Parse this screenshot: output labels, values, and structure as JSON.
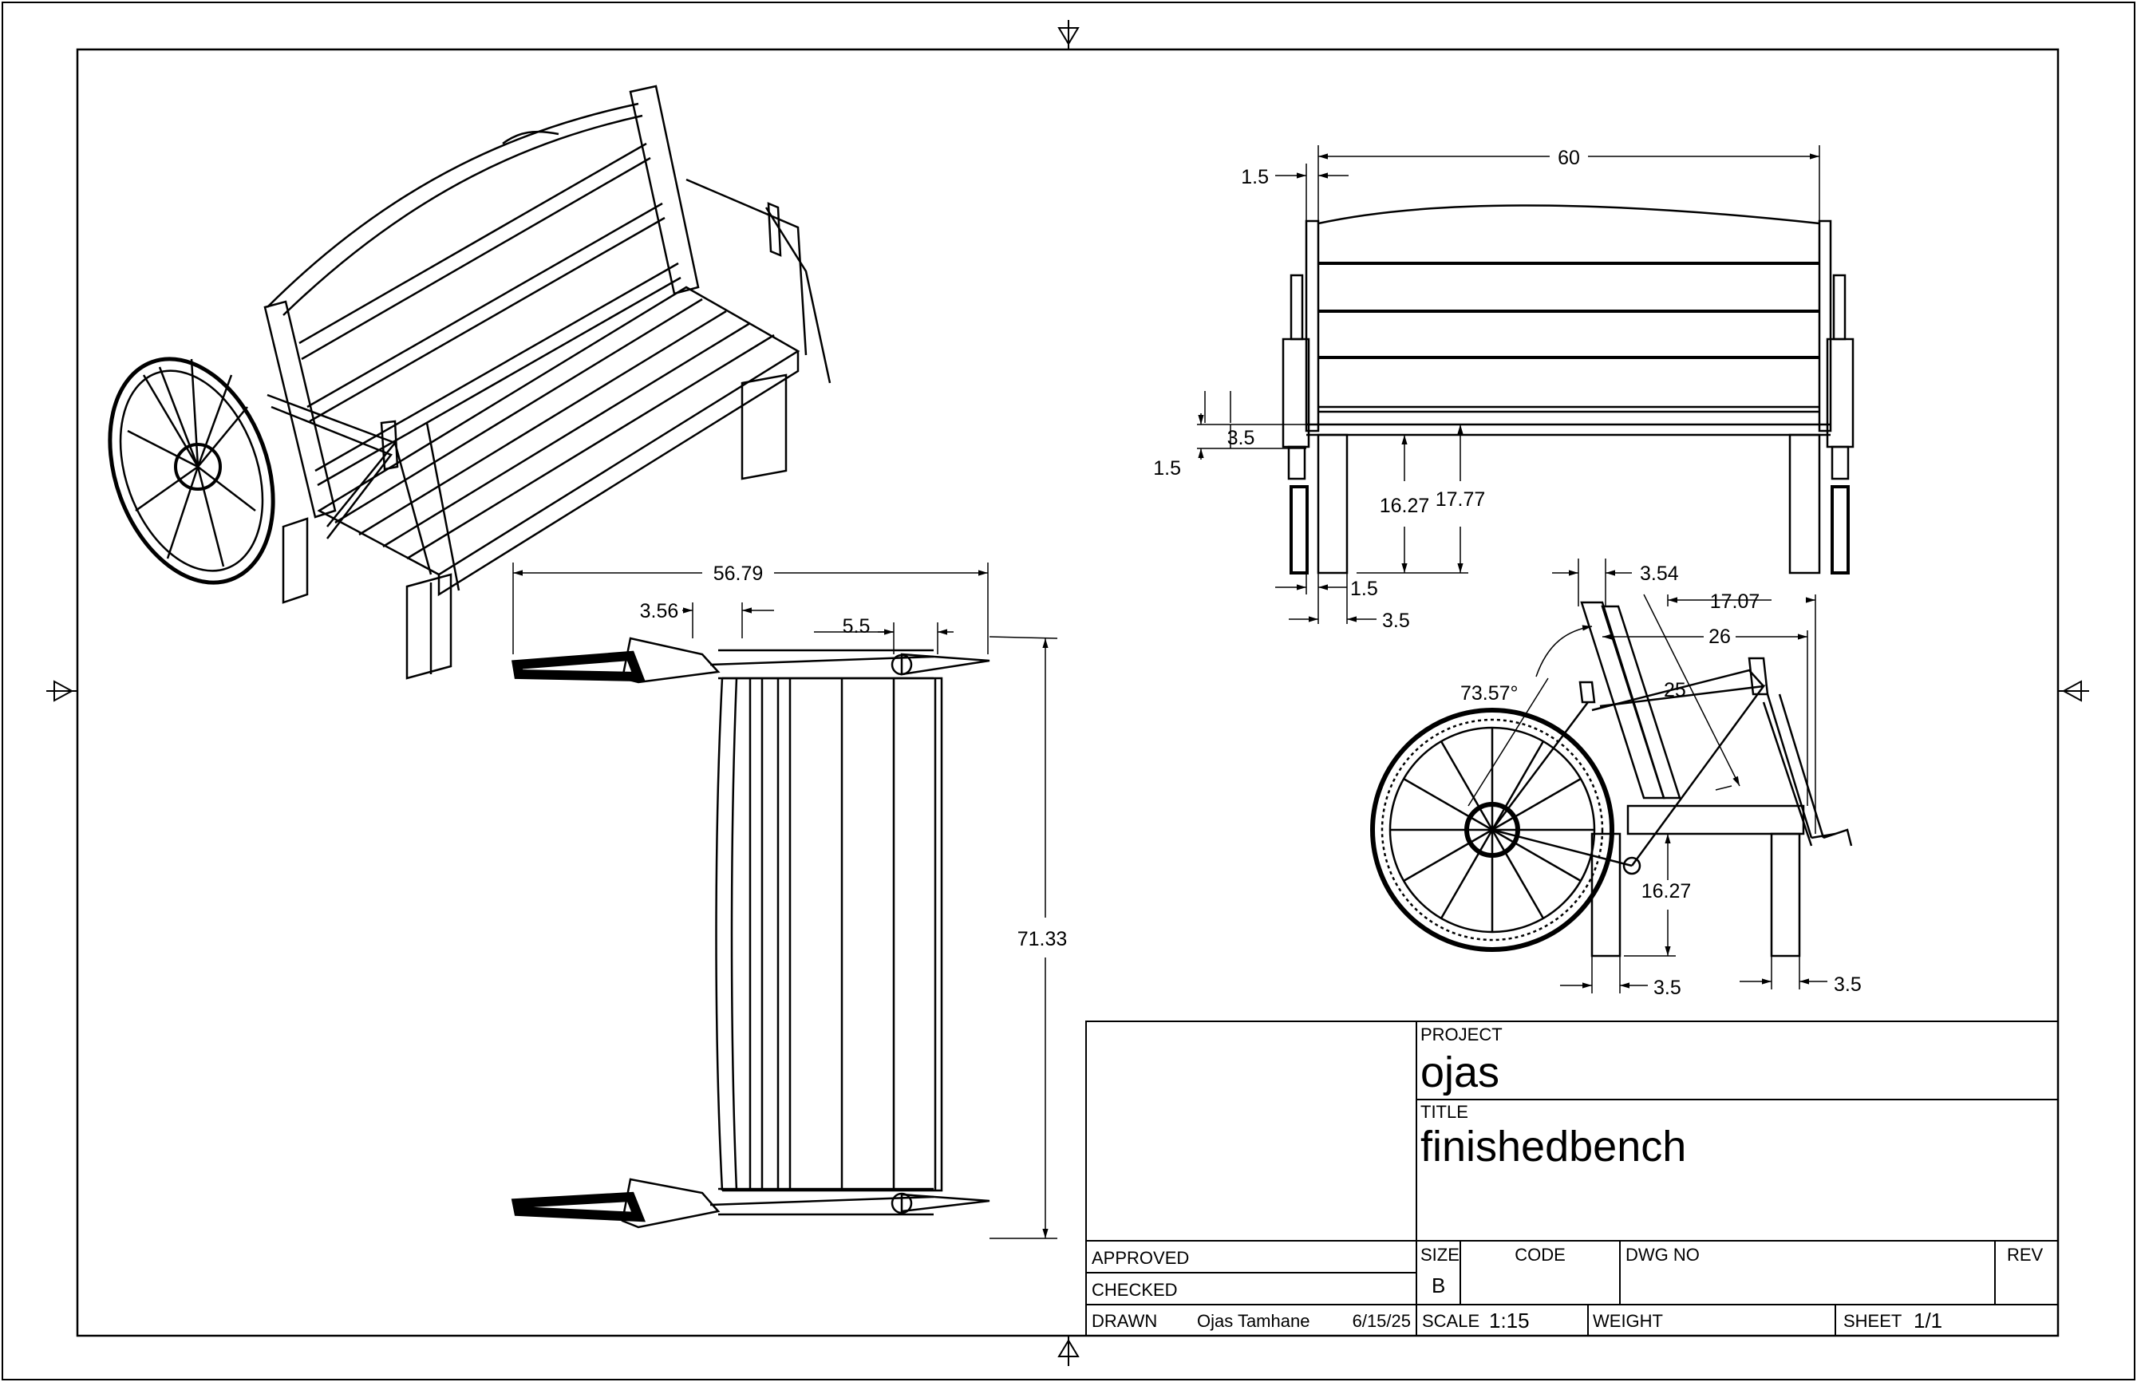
{
  "drawing": {
    "iso_view": {
      "name": "isometric view"
    },
    "front_view": {
      "overall_width": "60",
      "leg_offset": "1.5",
      "slat_thickness": "3.5",
      "slat_gap": "1.5",
      "seat_height_low": "16.27",
      "seat_height_high": "17.77",
      "leg_inset": "1.5",
      "leg_width": "3.5"
    },
    "top_view": {
      "overall_width": "56.79",
      "offset_left": "3.56",
      "offset_right": "5.5",
      "overall_depth": "71.33"
    },
    "side_view": {
      "back_top_offset": "3.54",
      "frame_offset": "17.07",
      "seat_depth": "26",
      "back_length": "25",
      "back_angle": "73.57°",
      "seat_height": "16.27",
      "leg_width_rear": "3.5",
      "leg_width_front": "3.5"
    }
  },
  "title_block": {
    "project_label": "PROJECT",
    "project": "ojas",
    "title_label": "TITLE",
    "title": "finishedbench",
    "approved_label": "APPROVED",
    "checked_label": "CHECKED",
    "drawn_label": "DRAWN",
    "drawn_by": "Ojas Tamhane",
    "drawn_date": "6/15/25",
    "size_label": "SIZE",
    "size": "B",
    "code_label": "CODE",
    "dwg_no_label": "DWG NO",
    "rev_label": "REV",
    "scale_label": "SCALE",
    "scale": "1:15",
    "weight_label": "WEIGHT",
    "sheet_label": "SHEET",
    "sheet": "1/1"
  }
}
